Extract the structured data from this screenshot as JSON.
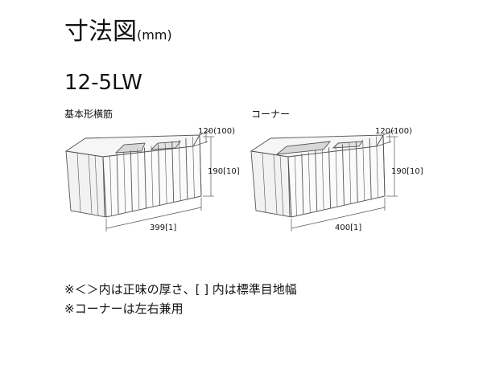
{
  "header": {
    "title": "寸法図",
    "unit": "(mm)",
    "model": "12-5LW"
  },
  "diagrams": [
    {
      "label": "基本形横筋",
      "depth": "120(100)",
      "height": "190[10]",
      "length": "399[1]"
    },
    {
      "label": "コーナー",
      "depth": "120(100)",
      "height": "190[10]",
      "length": "400[1]"
    }
  ],
  "notes": [
    "※＜＞内は正味の厚さ、[ ] 内は標準目地幅",
    "※コーナーは左右兼用"
  ],
  "colors": {
    "line": "#555555",
    "block_shadow": "#d8d8d8",
    "block_face": "#f6f6f6"
  }
}
